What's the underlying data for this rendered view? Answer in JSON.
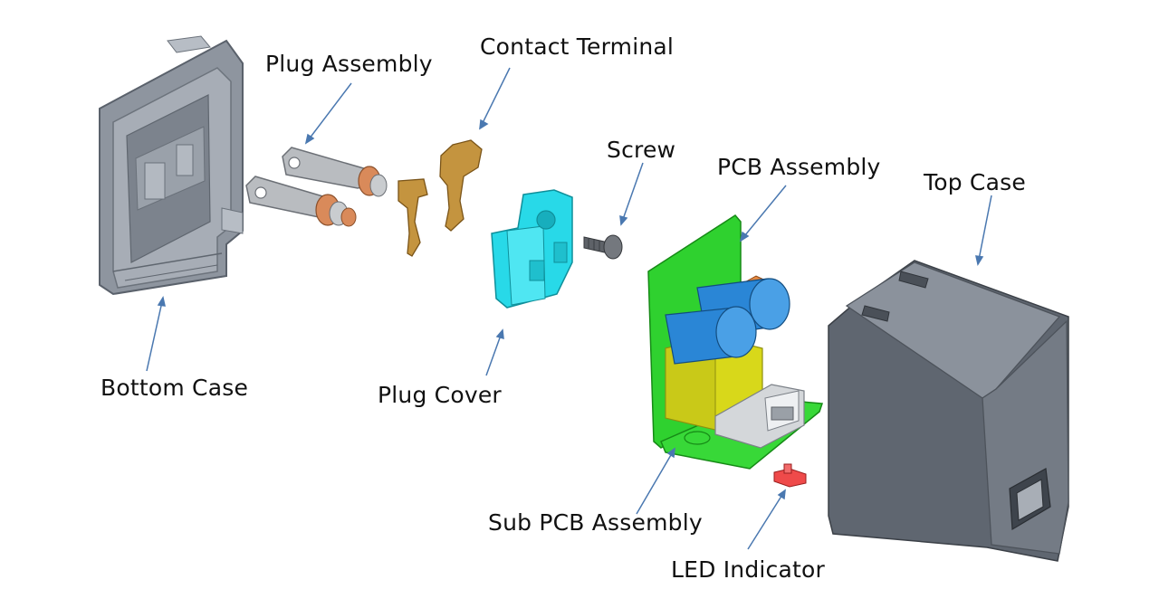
{
  "labels": {
    "plug_assembly": "Plug Assembly",
    "contact_terminal": "Contact Terminal",
    "screw": "Screw",
    "pcb_assembly": "PCB Assembly",
    "top_case": "Top Case",
    "bottom_case": "Bottom Case",
    "plug_cover": "Plug Cover",
    "sub_pcb_assembly": "Sub PCB Assembly",
    "led_indicator": "LED Indicator"
  },
  "colors": {
    "case_gray": "#8b929c",
    "case_dark": "#5f6670",
    "plug_silver": "#b9bcc0",
    "copper": "#d98a5a",
    "terminal_brass": "#c4943f",
    "plug_cover_cyan": "#28d9e8",
    "pcb_green": "#2fd12f",
    "capacitor_blue": "#2a86d6",
    "transformer_yellow": "#d8d81a",
    "led_red": "#ef4a4a",
    "leader_line": "#4a78b0"
  }
}
